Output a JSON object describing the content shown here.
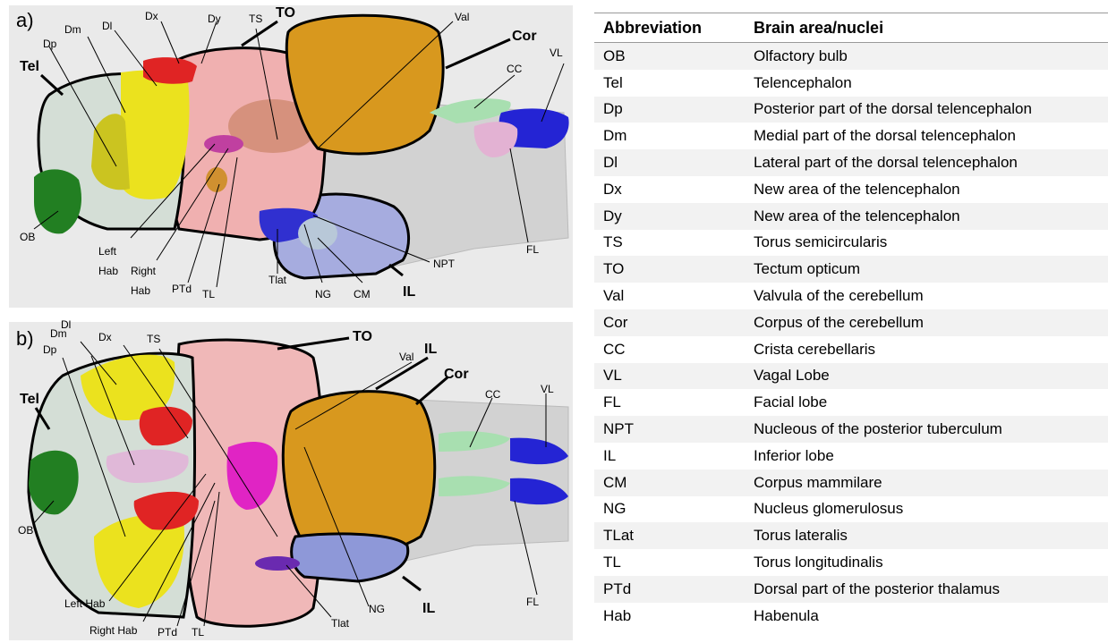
{
  "panel_a": {
    "letter": "a)",
    "labels": {
      "tel": "Tel",
      "dp": "Dp",
      "dm": "Dm",
      "dl": "Dl",
      "dx": "Dx",
      "dy": "Dy",
      "ts": "TS",
      "to": "TO",
      "val": "Val",
      "cor": "Cor",
      "cc": "CC",
      "vl": "VL",
      "ob": "OB",
      "left_hab": "Left Hab",
      "right_hab": "Right Hab",
      "ptd": "PTd",
      "tl": "TL",
      "tlat": "Tlat",
      "ng": "NG",
      "cm": "CM",
      "il": "IL",
      "npt": "NPT",
      "fl": "FL"
    }
  },
  "panel_b": {
    "letter": "b)",
    "labels": {
      "tel": "Tel",
      "dp": "Dp",
      "dm": "Dm",
      "dl": "Dl",
      "dx": "Dx",
      "ts": "TS",
      "to": "TO",
      "val": "Val",
      "il_top": "IL",
      "cor": "Cor",
      "cc": "CC",
      "vl": "VL",
      "ob": "OB",
      "left_hab": "Left Hab",
      "right_hab": "Right Hab",
      "ptd": "PTd",
      "tl": "TL",
      "tlat": "Tlat",
      "ng": "NG",
      "il_bottom": "IL",
      "fl": "FL"
    }
  },
  "table": {
    "headers": [
      "Abbreviation",
      "Brain area/nuclei"
    ],
    "rows": [
      [
        "OB",
        "Olfactory bulb"
      ],
      [
        "Tel",
        "Telencephalon"
      ],
      [
        "Dp",
        "Posterior part of the dorsal telencephalon"
      ],
      [
        "Dm",
        "Medial part of the dorsal telencephalon"
      ],
      [
        "Dl",
        "Lateral part of the dorsal telencephalon"
      ],
      [
        "Dx",
        "New area of the telencephalon"
      ],
      [
        "Dy",
        "New area of the telencephalon"
      ],
      [
        "TS",
        "Torus semicircularis"
      ],
      [
        "TO",
        "Tectum opticum"
      ],
      [
        "Val",
        "Valvula of the cerebellum"
      ],
      [
        "Cor",
        "Corpus of the cerebellum"
      ],
      [
        "CC",
        "Crista cerebellaris"
      ],
      [
        "VL",
        "Vagal Lobe"
      ],
      [
        "FL",
        "Facial lobe"
      ],
      [
        "NPT",
        "Nucleous of the posterior tuberculum"
      ],
      [
        "IL",
        "Inferior lobe"
      ],
      [
        "CM",
        "Corpus mammilare"
      ],
      [
        "NG",
        "Nucleus glomerulosus"
      ],
      [
        "TLat",
        "Torus lateralis"
      ],
      [
        "TL",
        "Torus longitudinalis"
      ],
      [
        "PTd",
        "Dorsal part of the posterior thalamus"
      ],
      [
        "Hab",
        "Habenula"
      ]
    ]
  },
  "colors": {
    "panel_bg": "#eaeaea",
    "outline": "#000000",
    "tel_fill": "#d6e0d8",
    "dl_yellow": "#e8e020",
    "dx_red": "#e02020",
    "to_pink": "#f0a8a8",
    "cor_orange": "#d89a20",
    "cc_green": "#a8e0b0",
    "vl_blue": "#2020d0",
    "fl_pinkish": "#e0b0d0",
    "il_lavender": "#a0a8e0",
    "ob_green": "#208020",
    "ts_magenta": "#e020c0",
    "alt_row": "#f2f2f2"
  }
}
